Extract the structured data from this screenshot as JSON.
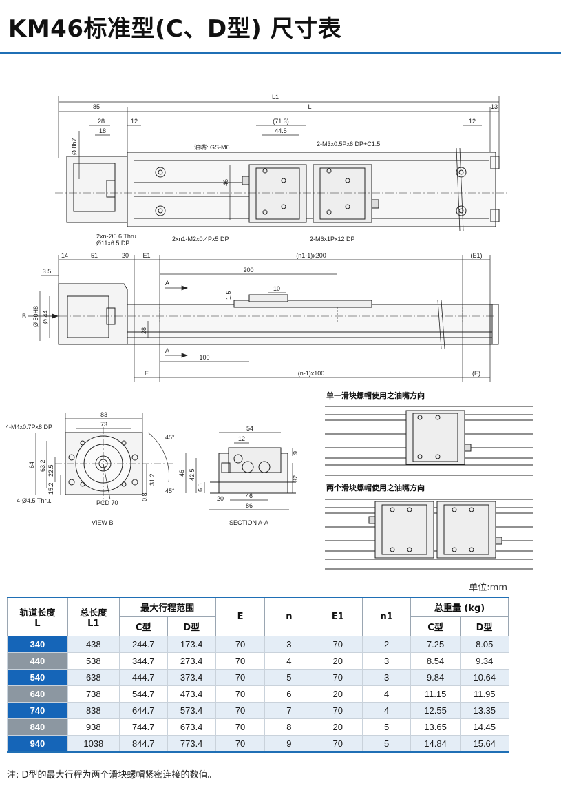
{
  "title": "KM46标准型(C、D型) 尺寸表",
  "drawing": {
    "top_dims": {
      "L1": "L1",
      "L": "L",
      "d85": "85",
      "d13": "13",
      "d28": "28",
      "d18": "18",
      "d12a": "12",
      "d713": "(71.3)",
      "d445": "44.5",
      "d12b": "12",
      "d8h7": "Ø 8h7",
      "d46": "46"
    },
    "top_callouts": {
      "oil": "油嘴: GS-M6",
      "m3": "2-M3x0.5Px6 DP+C1.5",
      "thru": "2xn-Ø6.6 Thru.",
      "cb": "Ø11x6.5 DP",
      "m2": "2xn1-M2x0.4Px5 DP",
      "m6": "2-M6x1Px12 DP"
    },
    "side_dims": {
      "d14": "14",
      "d51": "51",
      "d20": "20",
      "e1": "E1",
      "n1x200": "(n1-1)x200",
      "e1r": "(E1)",
      "d35": "3.5",
      "d200": "200",
      "d10": "10",
      "d15": "1.5",
      "d50h8": "Ø 50H8",
      "d44": "Ø 44",
      "d28": "28",
      "d100": "100",
      "e": "E",
      "nx100": "(n-1)x100",
      "er": "(E)",
      "arrowA": "A",
      "arrowB": "B"
    },
    "viewb": {
      "d83": "83",
      "d73": "73",
      "m4": "4-M4x0.7Px8 DP",
      "d64": "64",
      "d632": "63.2",
      "d225": "22.5",
      "d152": "15.2",
      "d45a": "45°",
      "d45b": "45°",
      "d312": "31.2",
      "d08": "0.8",
      "h45": "4-Ø4.5 Thru.",
      "pcd": "PCD 70",
      "label": "VIEW B"
    },
    "section": {
      "d54": "54",
      "d12": "12",
      "d9": "9",
      "d46": "46",
      "d425": "42.5",
      "d65": "6.5",
      "d32": "32",
      "d20": "20",
      "d46b": "46",
      "d86": "86",
      "label": "SECTION A-A"
    }
  },
  "oil_single_caption": "单一滑块螺帽使用之油嘴方向",
  "oil_double_caption": "两个滑块螺帽使用之油嘴方向",
  "unit": "单位:mm",
  "table": {
    "headers": {
      "rail_length": "轨道长度",
      "rail_sym": "L",
      "total_length": "总长度",
      "total_sym": "L1",
      "max_stroke": "最大行程范围",
      "c_type": "C型",
      "d_type": "D型",
      "e": "E",
      "n": "n",
      "e1": "E1",
      "n1": "n1",
      "weight": "总重量 (kg)",
      "w_c": "C型",
      "w_d": "D型"
    },
    "rows": [
      [
        "340",
        "438",
        "244.7",
        "173.4",
        "70",
        "3",
        "70",
        "2",
        "7.25",
        "8.05"
      ],
      [
        "440",
        "538",
        "344.7",
        "273.4",
        "70",
        "4",
        "20",
        "3",
        "8.54",
        "9.34"
      ],
      [
        "540",
        "638",
        "444.7",
        "373.4",
        "70",
        "5",
        "70",
        "3",
        "9.84",
        "10.64"
      ],
      [
        "640",
        "738",
        "544.7",
        "473.4",
        "70",
        "6",
        "20",
        "4",
        "11.15",
        "11.95"
      ],
      [
        "740",
        "838",
        "644.7",
        "573.4",
        "70",
        "7",
        "70",
        "4",
        "12.55",
        "13.35"
      ],
      [
        "840",
        "938",
        "744.7",
        "673.4",
        "70",
        "8",
        "20",
        "5",
        "13.65",
        "14.45"
      ],
      [
        "940",
        "1038",
        "844.7",
        "773.4",
        "70",
        "9",
        "70",
        "5",
        "14.84",
        "15.64"
      ]
    ]
  },
  "note": "注: D型的最大行程为两个滑块螺帽紧密连接的数值。",
  "colors": {
    "accent": "#1f6fb5",
    "row_blue": "#1565b8",
    "row_gray": "#8c97a1",
    "stripe": "#e4edf6"
  }
}
